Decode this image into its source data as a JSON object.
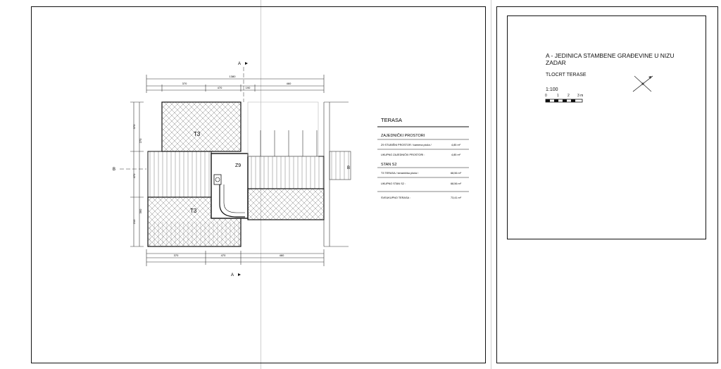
{
  "title_block": {
    "project_line1": "A - JEDINICA STAMBENE GRAĐEVINE U NIZU",
    "project_line2": "ZADAR",
    "drawing_name": "TLOCRT TERASE",
    "scale": "1:100",
    "scale_ticks": [
      "0",
      "1",
      "2",
      "3 m"
    ]
  },
  "plan": {
    "section_marks": {
      "a": "A",
      "b": "B"
    },
    "rooms": {
      "t3_top": "T3",
      "t3_bottom": "T3",
      "z9": "Z9"
    },
    "dim_total": "1380",
    "dim_top": [
      "370",
      "470",
      "190",
      "460"
    ],
    "dim_bottom": [
      "370",
      "470",
      "460"
    ],
    "dim_left": [
      "370",
      "470",
      "210",
      "270",
      "360"
    ]
  },
  "schedule": {
    "title": "TERASA",
    "section1": "ZAJEDNIČKI PROSTORI",
    "row1_label": "Z9   STUBIŠNI PROSTOR  / kamena ploča /",
    "row1_value": "4,85 m²",
    "sub1_label": "UKUPNO ZAJEDNIČKI PROSTORI :",
    "sub1_value": "4,85 m²",
    "section2": "STAN  S2",
    "row2_label": "T3   TERASA  / keramička ploča /",
    "row2_value": "68,56 m²",
    "sub2_label": "UKUPNO  STAN  S2 :",
    "sub2_value": "68,56 m²",
    "total_label": "SVEUKUPNO TERASA :",
    "total_value": "73,41 m²"
  }
}
